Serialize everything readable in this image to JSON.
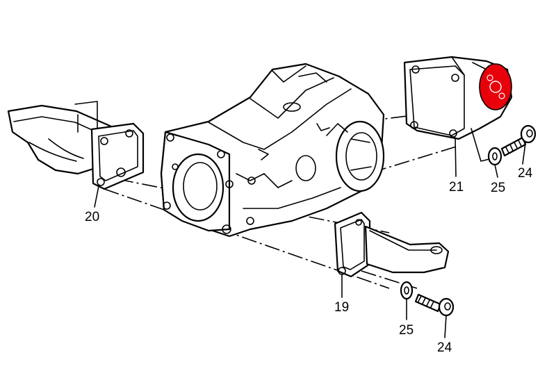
{
  "diagram": {
    "highlight_color": "#e8000b",
    "line_color": "#000000",
    "background": "#ffffff",
    "callouts": {
      "c20": "20",
      "c21": "21",
      "c25_upper": "25",
      "c24_upper": "24",
      "c19": "19",
      "c25_lower": "25",
      "c24_lower": "24"
    }
  }
}
